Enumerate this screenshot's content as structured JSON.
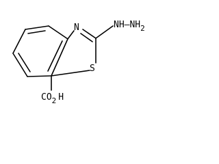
{
  "molecule": {
    "labels": {
      "ring_nitrogen": "N",
      "ring_sulfur": "S",
      "hydrazino": "NH–NH2",
      "hydrazino_nh": "NH",
      "hydrazino_dash": "–",
      "hydrazino_nh2": "NH",
      "hydrazino_nh2_subscript": "2",
      "carboxyl_co": "CO",
      "carboxyl_subscript": "2",
      "carboxyl_h": "H"
    }
  }
}
